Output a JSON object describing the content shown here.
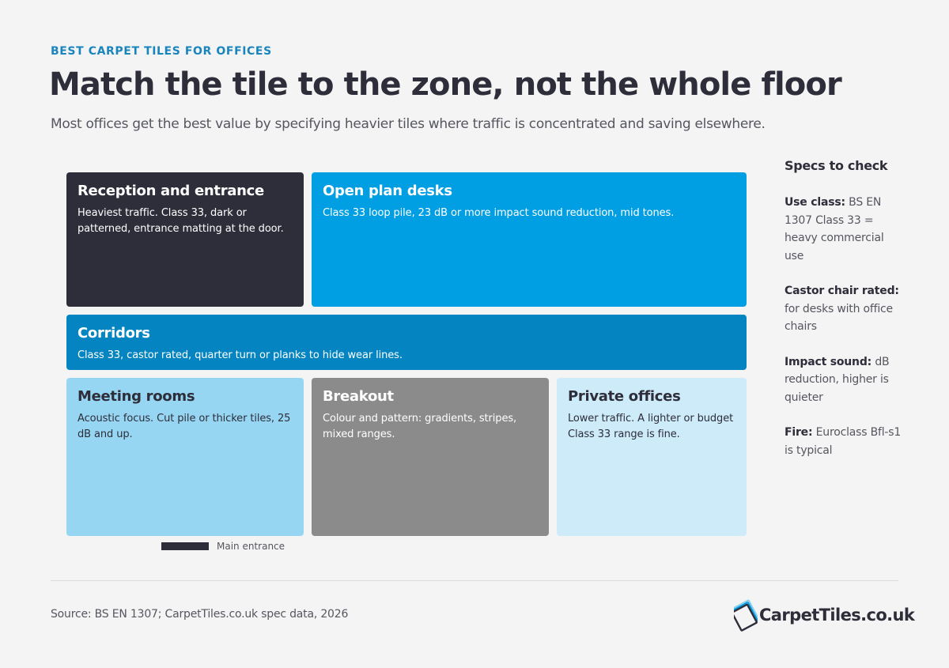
{
  "header": {
    "eyebrow": "BEST CARPET TILES FOR OFFICES",
    "title": "Match the tile to the zone, not the whole floor",
    "subtitle": "Most offices get the best value by specifying heavier tiles where traffic is concentrated and saving elsewhere."
  },
  "zones": [
    {
      "name": "Reception and entrance",
      "desc": "Heaviest traffic. Class 33, dark or patterned, entrance matting at the door.",
      "color": "#2e2d3a"
    },
    {
      "name": "Open plan desks",
      "desc": "Class 33 loop pile, 23 dB or more impact sound reduction, mid tones.",
      "color": "#009ee2"
    },
    {
      "name": "Corridors",
      "desc": "Class 33, castor rated, quarter turn or planks to hide wear lines.",
      "color": "#0485c2"
    },
    {
      "name": "Meeting rooms",
      "desc": "Acoustic focus. Cut pile or thicker tiles, 25 dB and up.",
      "color": "#97d6f2"
    },
    {
      "name": "Breakout",
      "desc": "Colour and pattern: gradients, stripes, mixed ranges.",
      "color": "#8b8b8b"
    },
    {
      "name": "Private offices",
      "desc": "Lower traffic. A lighter or budget Class 33 range is fine.",
      "color": "#cdebf9"
    }
  ],
  "legend": {
    "entrance_label": "Main entrance"
  },
  "specs": {
    "heading": "Specs to check",
    "items": [
      {
        "label": "Use class:",
        "text": "BS EN 1307 Class 33 = heavy commercial use"
      },
      {
        "label": "Castor chair rated:",
        "text": "for desks with office chairs"
      },
      {
        "label": "Impact sound:",
        "text": "dB reduction, higher is quieter"
      },
      {
        "label": "Fire:",
        "text": "Euroclass Bfl-s1 is typical"
      }
    ]
  },
  "footer": {
    "source": "Source: BS EN 1307; CarpetTiles.co.uk spec data, 2026",
    "logo_text": "CarpetTiles.co.uk"
  },
  "colors": {
    "accent": "#1a85bd",
    "dark": "#2e2d3a",
    "background": "#f4f4f4"
  }
}
